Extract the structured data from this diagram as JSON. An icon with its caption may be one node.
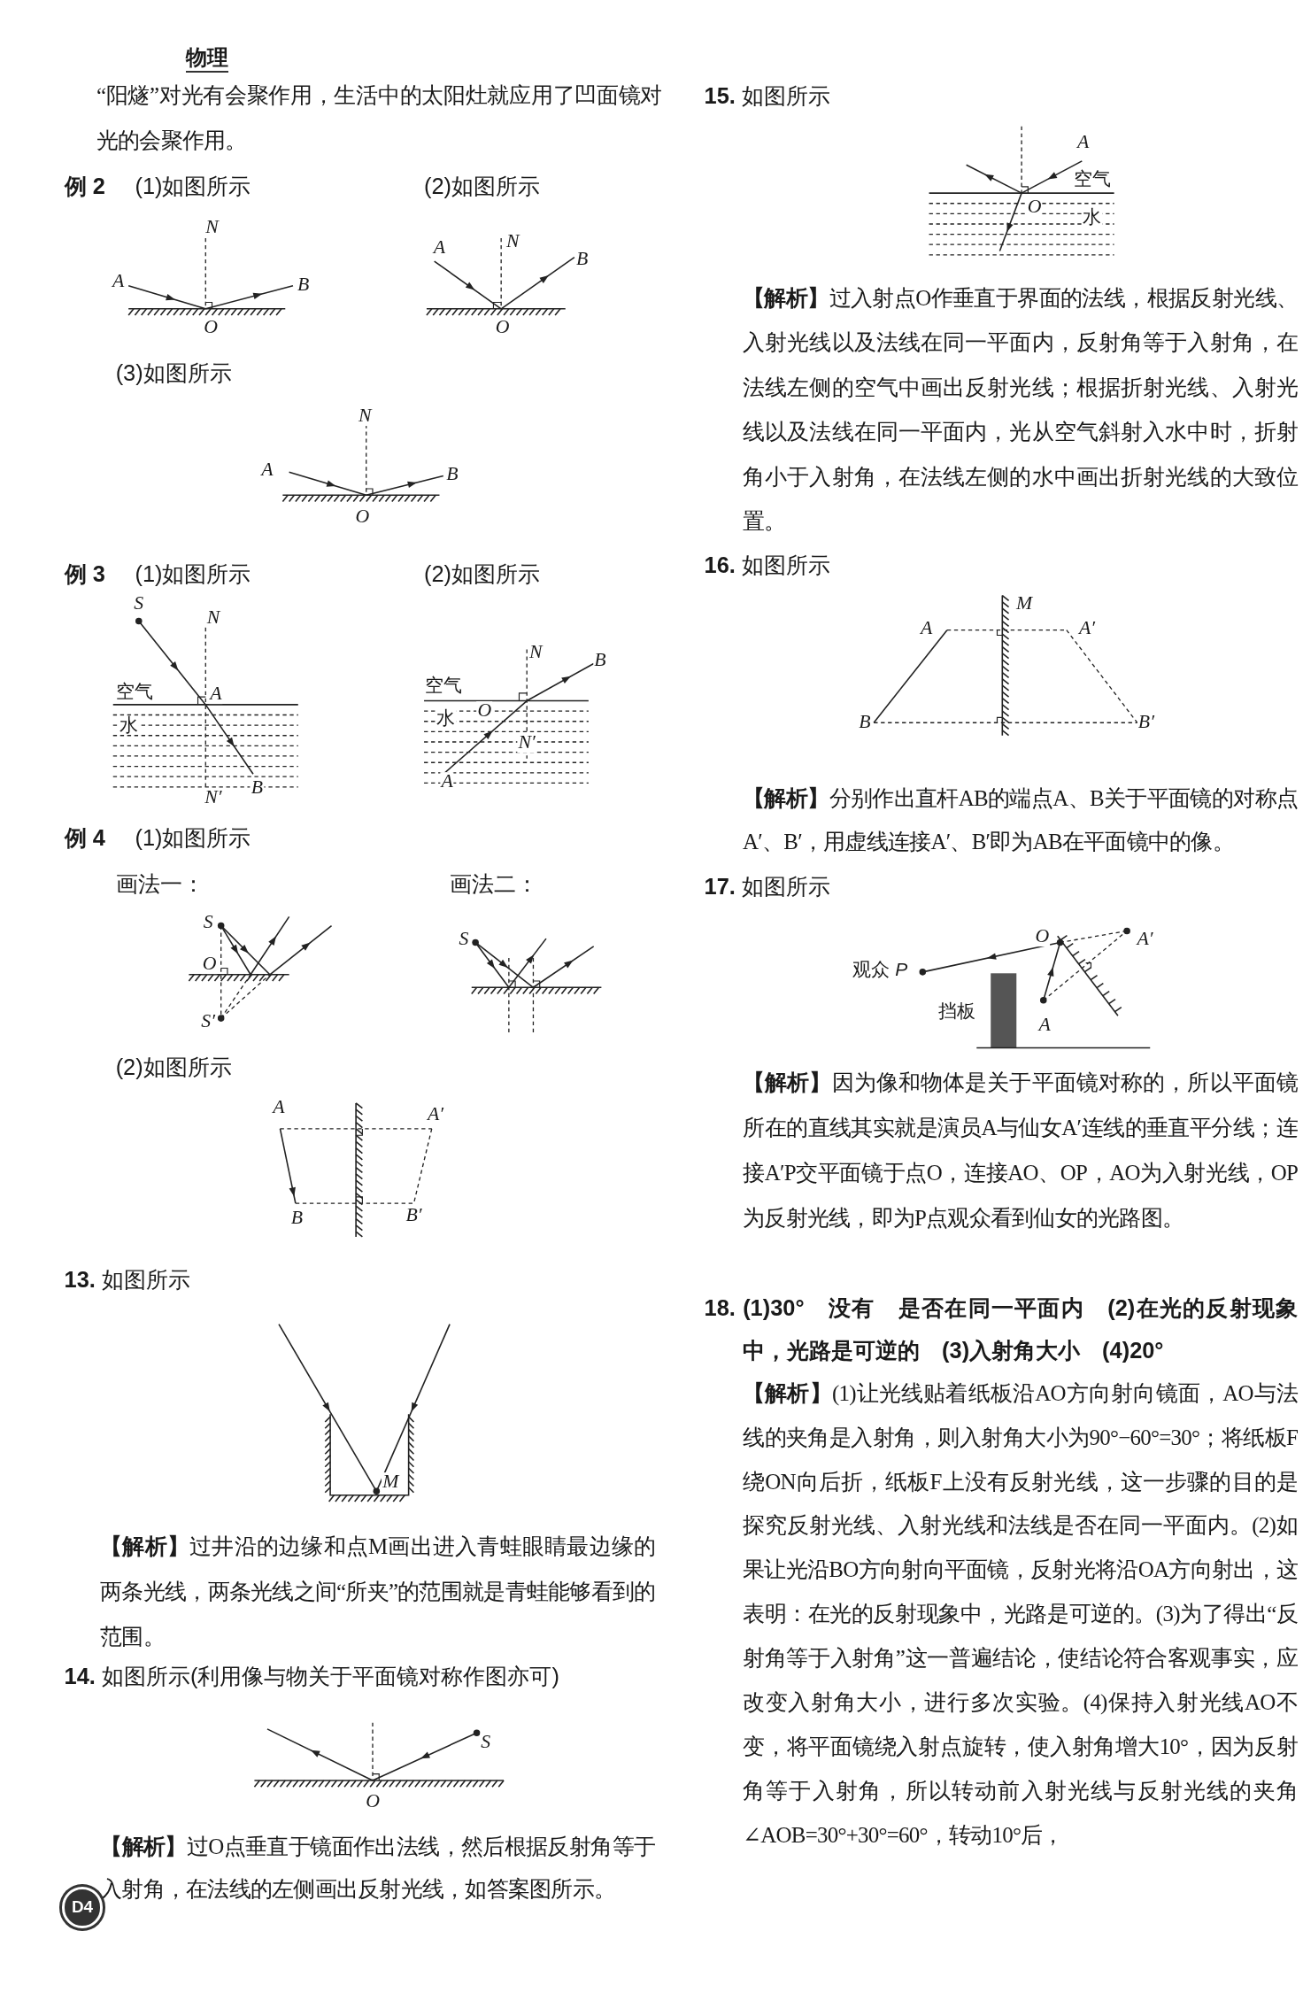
{
  "diagram": {
    "labels": [
      "物理",
      "“阳燧”对光有会聚作用，生活中的太阳灶就应用了凹面镜对光的会聚作用。",
      "例 2",
      "(1)如图所示",
      "(2)如图所示",
      "N",
      "A",
      "B",
      "O",
      "A",
      "N",
      "B",
      "O",
      "(3)如图所示",
      "N",
      "A",
      "B",
      "O",
      "例 3",
      "(1)如图所示",
      "(2)如图所示",
      "S",
      "N",
      "空气",
      "A",
      "水",
      "N′",
      "B",
      "N",
      "B",
      "空气",
      "O",
      "水",
      "N′",
      "A",
      "例 4",
      "(1)如图所示",
      "画法一：",
      "画法二：",
      "S",
      "O",
      "S′",
      "S",
      "(2)如图所示",
      "A",
      "A′",
      "B",
      "B′",
      "**13.** 如图所示",
      "M",
      "**【解析】**过井沿的边缘和点M画出进入青蛙眼睛最边缘的两条光线，两条光线之间“所夹”的范围就是青蛙能够看到的范围。",
      "**14.** 如图所示(利用像与物关于平面镜对称作图亦可)",
      "S",
      "O",
      "**【解析】**过O点垂直于镜面作出法线，然后根据反射角等于入射角，在法线的左侧画出反射光线，如答案图所示。",
      "D4",
      "**15.** 如图所示",
      "A",
      "空气",
      "O",
      "水",
      "**【解析】**过入射点O作垂直于界面的法线，根据反射光线、入射光线以及法线在同一平面内，反射角等于入射角，在法线左侧的空气中画出反射光线；根据折射光线、入射光线以及法线在同一平面内，光从空气斜射入水中时，折射角小于入射角，在法线左侧的水中画出折射光线的大致位置。",
      "**16.** 如图所示",
      "M",
      "A",
      "A′",
      "B",
      "B′",
      "**【解析】**分别作出直杆AB的端点A、B关于平面镜的对称点A′、B′，用虚线连接A′、B′即为AB在平面镜中的像。",
      "**17.** 如图所示",
      "O",
      "A′",
      "观众 *P*",
      "挡板",
      "A",
      "**【解析】**因为像和物体是关于平面镜对称的，所以平面镜所在的直线其实就是演员A与仙女A′连线的垂直平分线；连接A′P交平面镜于点O，连接AO、OP，AO为入射光线，OP为反射光线，即为P点观众看到仙女的光路图。",
      "18. (1)30°　没有　是否在同一平面内　(2)在光的反射现象中，光路是可逆的　(3)入射角大小　(4)20°",
      "**【解析】**(1)让光线贴着纸板沿AO方向射向镜面，AO与法线的夹角是入射角，则入射角大小为90°−60°=30°；将纸板F绕ON向后折，纸板F上没有反射光线，这一步骤的目的是探究反射光线、入射光线和法线是否在同一平面内。(2)如果让光沿BO方向射向平面镜，反射光将沿OA方向射出，这表明：在光的反射现象中，光路是可逆的。(3)为了得出“反射角等于入射角”这一普遍结论，使结论符合客观事实，应改变入射角大小，进行多次实验。(4)保持入射光线AO不变，将平面镜绕入射点旋转，使入射角增大10°，因为反射角等于入射角，所以转动前入射光线与反射光线的夹角∠AOB=30°+30°=60°，转动10°后，"
    ]
  }
}
